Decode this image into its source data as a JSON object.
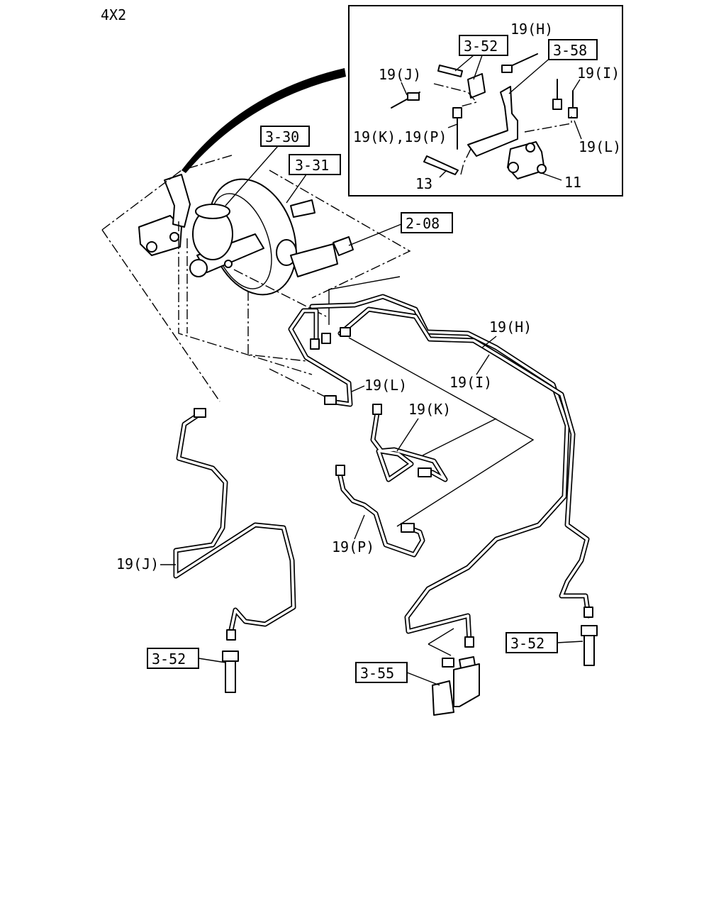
{
  "variant_label": "4X2",
  "callouts": {
    "ref_3_30": "3-30",
    "ref_3_31": "3-31",
    "ref_2_08": "2-08",
    "ref_3_52_inset": "3-52",
    "ref_3_58": "3-58",
    "ref_3_52_left": "3-52",
    "ref_3_52_right": "3-52",
    "ref_3_55": "3-55"
  },
  "labels": {
    "pipe_19h": "19(H)",
    "pipe_19i": "19(I)",
    "pipe_19l": "19(L)",
    "pipe_19k": "19(K)",
    "pipe_19p": "19(P)",
    "pipe_19j": "19(J)",
    "inset_19h": "19(H)",
    "inset_19i": "19(I)",
    "inset_19j": "19(J)",
    "inset_19kp": "19(K),19(P)",
    "inset_19l": "19(L)",
    "inset_13": "13",
    "inset_11": "11"
  }
}
